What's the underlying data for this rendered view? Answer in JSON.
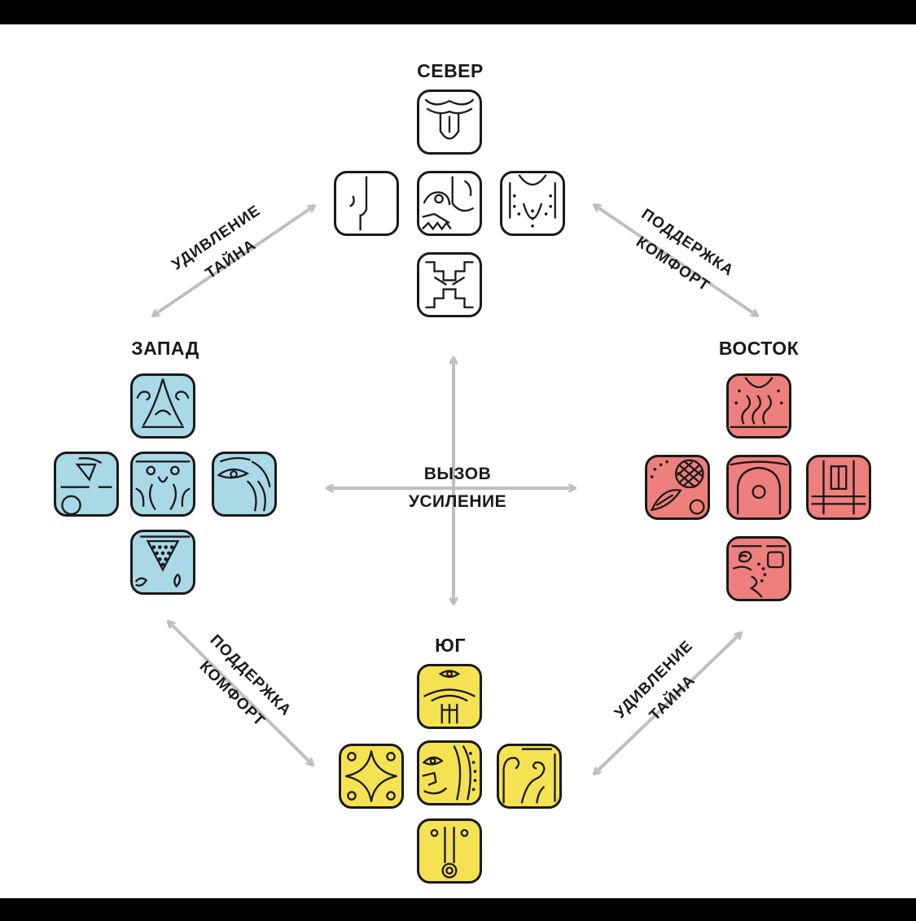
{
  "directions": {
    "north": "СЕВЕР",
    "west": "ЗАПАД",
    "east": "ВОСТОК",
    "south": "ЮГ"
  },
  "center": {
    "line1": "ВЫЗОВ",
    "line2": "УСИЛЕНИЕ"
  },
  "relations": {
    "nw": {
      "line1": "УДИВЛЕНИЕ",
      "line2": "ТАЙНА"
    },
    "ne": {
      "line1": "ПОДДЕРЖКА",
      "line2": "КОМФОРТ"
    },
    "sw": {
      "line1": "ПОДДЕРЖКА",
      "line2": "КОМФОРТ"
    },
    "se": {
      "line1": "УДИВЛЕНИЕ",
      "line2": "ТАЙНА"
    }
  },
  "colors": {
    "north": "#ffffff",
    "west": "#a9d8e6",
    "east": "#ee7f7c",
    "south": "#f4e253",
    "arrow": "#bfbfbf",
    "stroke": "#1a1a1a"
  },
  "glyphs": {
    "north": [
      "tongue-glyph",
      "cheek-glyph",
      "dog-glyph",
      "dotted-face-glyph",
      "steps-glyph"
    ],
    "west": [
      "eye-spiral-glyph",
      "square-face-glyph",
      "wide-face-glyph",
      "eye-glyph",
      "grid-triangle-glyph"
    ],
    "east": [
      "smoke-glyph",
      "leaf-seed-glyph",
      "circle-glyph",
      "pillars-glyph",
      "spiral-face-glyph"
    ],
    "south": [
      "long-nose-glyph",
      "star-glyph",
      "profile-face-glyph",
      "spiral-hand-glyph",
      "ring-glyph"
    ]
  }
}
